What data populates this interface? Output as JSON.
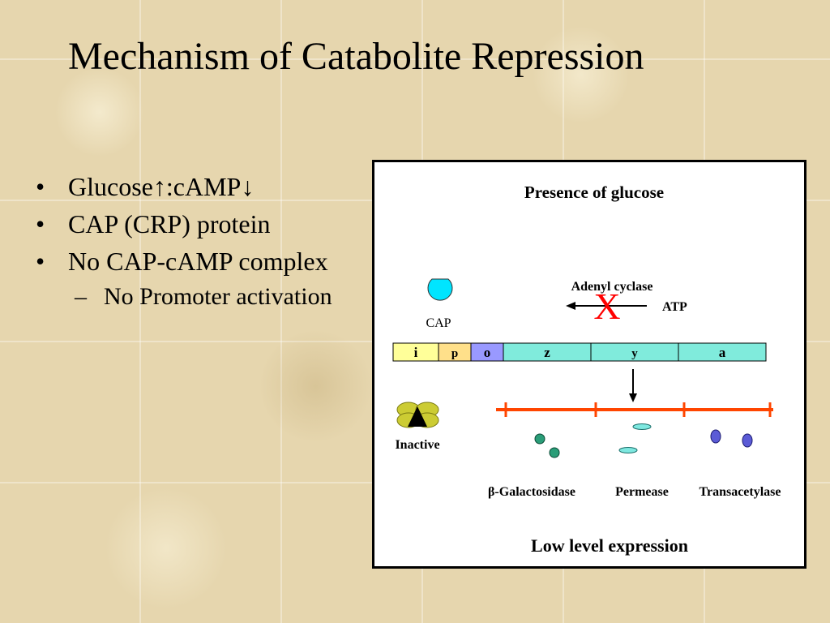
{
  "slide": {
    "title": "Mechanism of Catabolite Repression"
  },
  "bullets": [
    {
      "text": "Glucose↑:cAMP↓"
    },
    {
      "text": "CAP (CRP) protein"
    },
    {
      "text": "No CAP-cAMP complex"
    }
  ],
  "sub_bullets": [
    {
      "text": "No Promoter activation"
    }
  ],
  "figure": {
    "heading": "Presence of glucose",
    "cap_label": "CAP",
    "adenyl_cyclase_label": "Adenyl cyclase",
    "blocked_mark": "X",
    "atp_label": "ATP",
    "inactive_label": "Inactive",
    "genes": [
      "i",
      "p",
      "o",
      "z",
      "y",
      "a"
    ],
    "gene_colors": [
      "#ffff99",
      "#ffe08a",
      "#9999ff",
      "#80ebdc",
      "#80ebdc",
      "#80ebdc"
    ],
    "products": [
      "β-Galactosidase",
      "Permease",
      "Transacetylase"
    ],
    "footer": "Low level expression",
    "colors": {
      "cap_cyan": "#00e5ff",
      "blocked_red": "#ff0000",
      "mrna_red": "#ff4500",
      "enzyme_green": "#2a9d78",
      "permease_cyan": "#7ee8e0",
      "transacetylase_blue": "#5b5bd6",
      "repressor_yellow": "#cccc33"
    }
  }
}
